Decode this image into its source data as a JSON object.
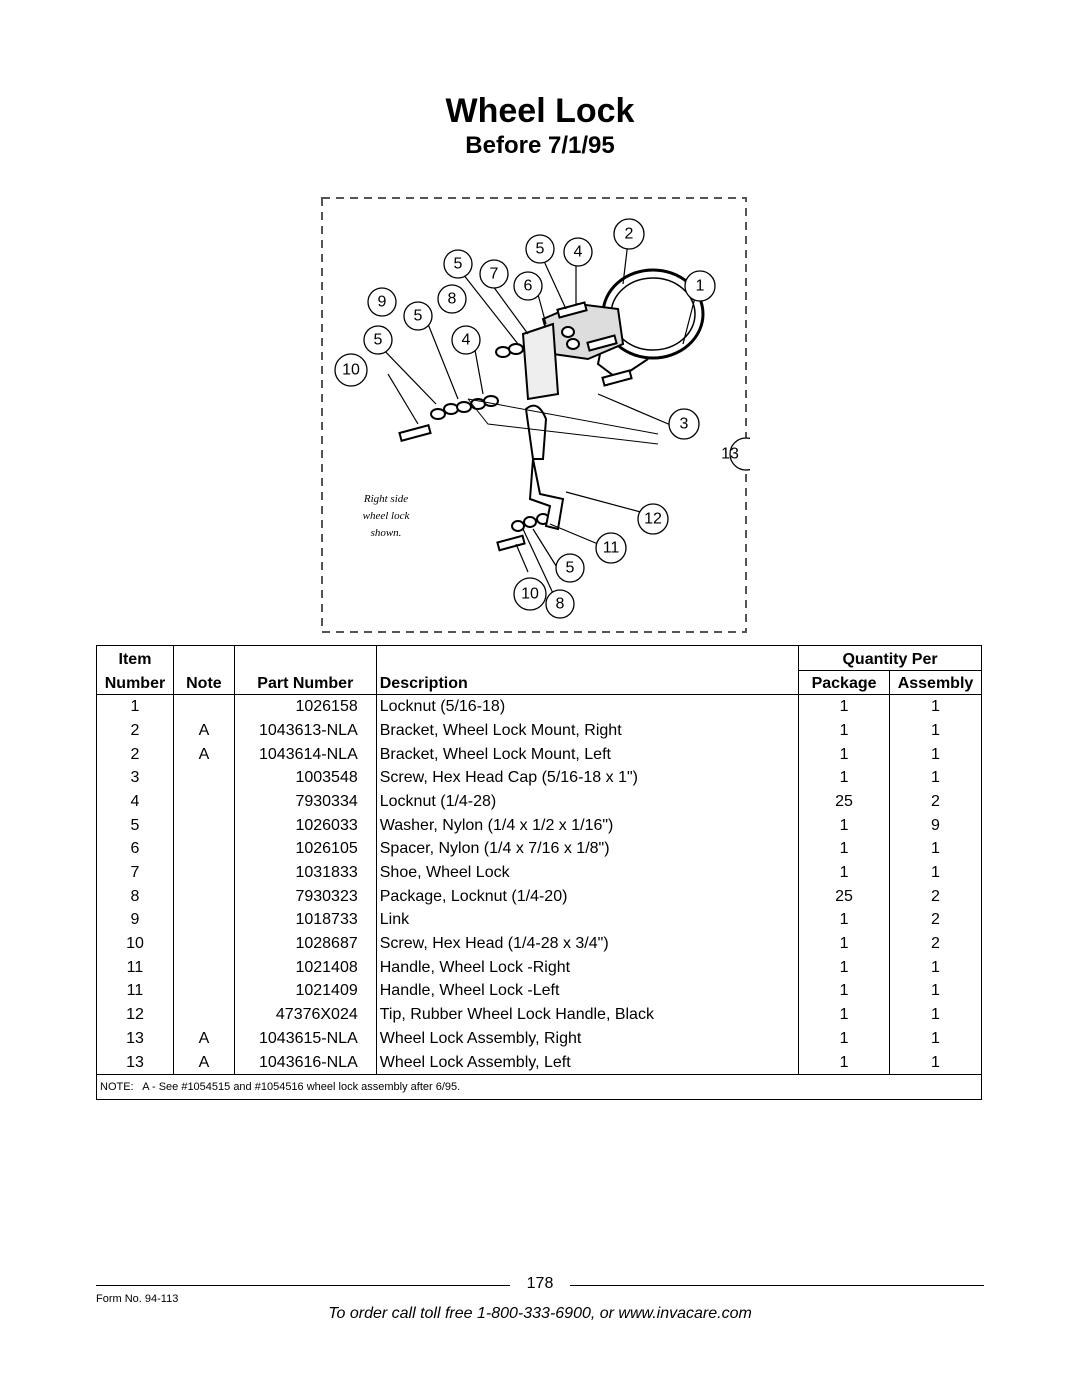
{
  "header": {
    "title": "Wheel Lock",
    "subtitle": "Before 7/1/95"
  },
  "diagram": {
    "caption_lines": [
      "Right side",
      "wheel lock",
      "shown."
    ],
    "callouts": [
      "1",
      "2",
      "3",
      "4",
      "5",
      "6",
      "7",
      "8",
      "9",
      "10",
      "11",
      "12",
      "13"
    ]
  },
  "table": {
    "headers": {
      "item_top": "Item",
      "item_bottom": "Number",
      "note": "Note",
      "part_number": "Part Number",
      "description": "Description",
      "quantity_per": "Quantity Per",
      "package": "Package",
      "assembly": "Assembly"
    },
    "rows": [
      {
        "item": "1",
        "note": "",
        "part": "1026158",
        "desc": "Locknut (5/16-18)",
        "pkg": "1",
        "asm": "1"
      },
      {
        "item": "2",
        "note": "A",
        "part": "1043613-NLA",
        "desc": "Bracket, Wheel Lock Mount, Right",
        "pkg": "1",
        "asm": "1"
      },
      {
        "item": "2",
        "note": "A",
        "part": "1043614-NLA",
        "desc": "Bracket, Wheel Lock Mount, Left",
        "pkg": "1",
        "asm": "1"
      },
      {
        "item": "3",
        "note": "",
        "part": "1003548",
        "desc": "Screw, Hex Head Cap (5/16-18 x 1\")",
        "pkg": "1",
        "asm": "1"
      },
      {
        "item": "4",
        "note": "",
        "part": "7930334",
        "desc": "Locknut (1/4-28)",
        "pkg": "25",
        "asm": "2"
      },
      {
        "item": "5",
        "note": "",
        "part": "1026033",
        "desc": "Washer, Nylon (1/4 x 1/2 x 1/16\")",
        "pkg": "1",
        "asm": "9"
      },
      {
        "item": "6",
        "note": "",
        "part": "1026105",
        "desc": "Spacer, Nylon (1/4 x 7/16 x 1/8\")",
        "pkg": "1",
        "asm": "1"
      },
      {
        "item": "7",
        "note": "",
        "part": "1031833",
        "desc": "Shoe, Wheel Lock",
        "pkg": "1",
        "asm": "1"
      },
      {
        "item": "8",
        "note": "",
        "part": "7930323",
        "desc": "Package, Locknut (1/4-20)",
        "pkg": "25",
        "asm": "2"
      },
      {
        "item": "9",
        "note": "",
        "part": "1018733",
        "desc": "Link",
        "pkg": "1",
        "asm": "2"
      },
      {
        "item": "10",
        "note": "",
        "part": "1028687",
        "desc": "Screw, Hex Head (1/4-28 x 3/4\")",
        "pkg": "1",
        "asm": "2"
      },
      {
        "item": "11",
        "note": "",
        "part": "1021408",
        "desc": "Handle, Wheel Lock -Right",
        "pkg": "1",
        "asm": "1"
      },
      {
        "item": "11",
        "note": "",
        "part": "1021409",
        "desc": "Handle, Wheel Lock -Left",
        "pkg": "1",
        "asm": "1"
      },
      {
        "item": "12",
        "note": "",
        "part": "47376X024",
        "desc": "Tip, Rubber Wheel Lock Handle, Black",
        "pkg": "1",
        "asm": "1"
      },
      {
        "item": "13",
        "note": "A",
        "part": "1043615-NLA",
        "desc": "Wheel Lock Assembly, Right",
        "pkg": "1",
        "asm": "1"
      },
      {
        "item": "13",
        "note": "A",
        "part": "1043616-NLA",
        "desc": "Wheel Lock Assembly, Left",
        "pkg": "1",
        "asm": "1"
      }
    ],
    "note_label": "NOTE:",
    "note_text": "A - See #1054515 and #1054516 wheel lock assembly after 6/95."
  },
  "footer": {
    "page_number": "178",
    "form_no": "Form No.  94-113",
    "order_text": "To order call toll free 1-800-333-6900, or www.invacare.com"
  }
}
